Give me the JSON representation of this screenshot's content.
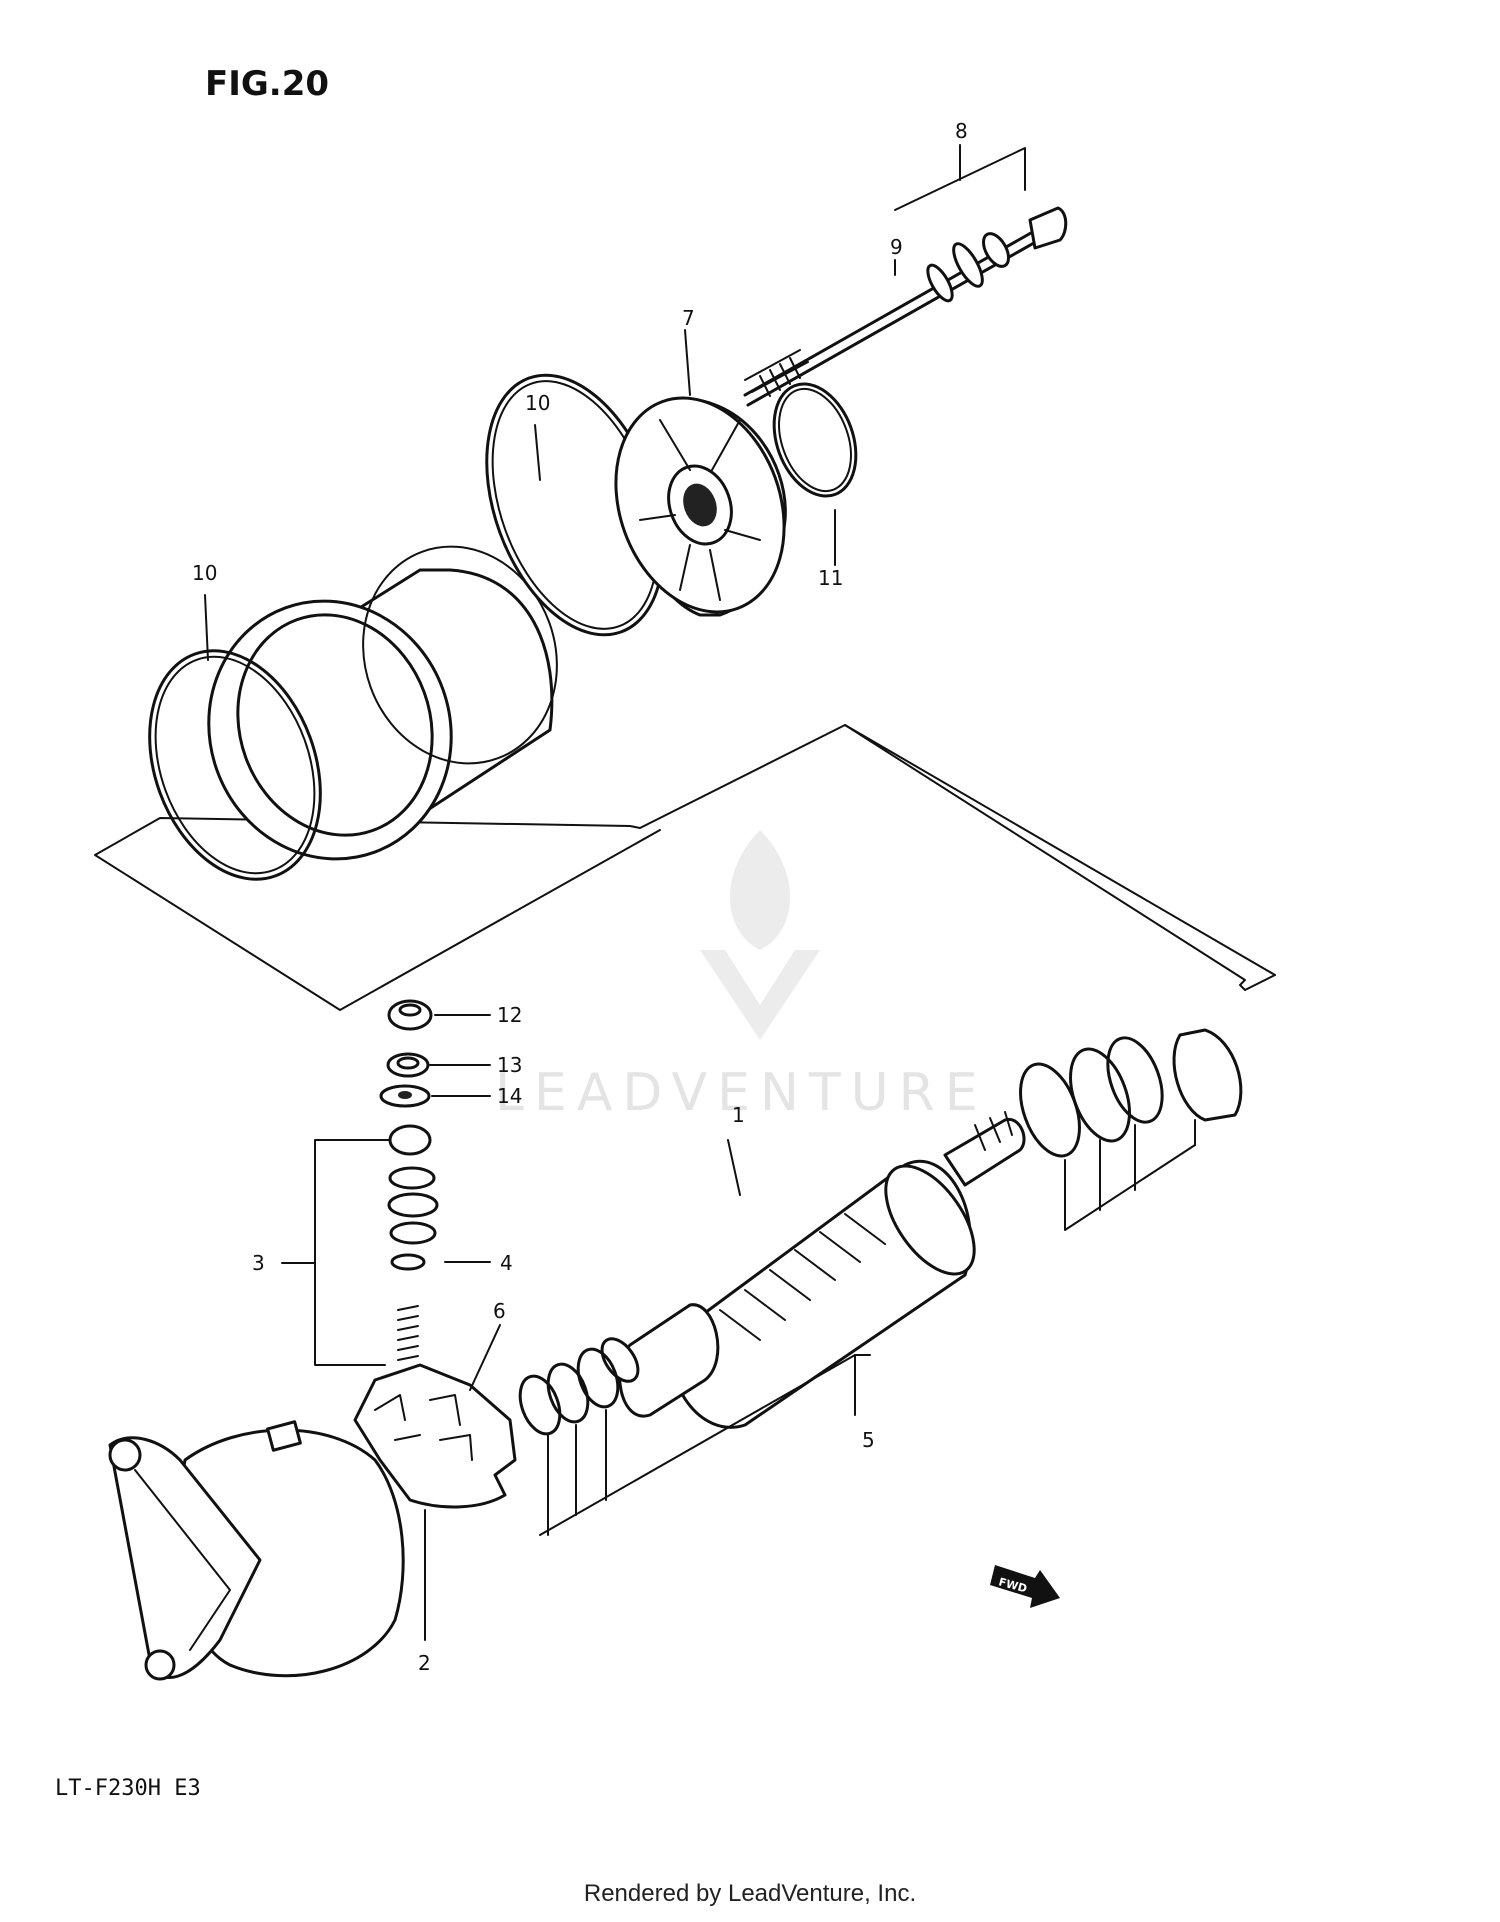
{
  "figure": {
    "title": "FIG.20",
    "model": "LT-F230H  E3"
  },
  "callouts": [
    "1",
    "2",
    "3",
    "4",
    "5",
    "6",
    "7",
    "8",
    "9",
    "10",
    "10",
    "11",
    "12",
    "13",
    "14"
  ],
  "watermark": {
    "text": "LEADVENTURE"
  },
  "footer": {
    "text": "Rendered by LeadVenture, Inc."
  },
  "fwd_label": "FWD"
}
